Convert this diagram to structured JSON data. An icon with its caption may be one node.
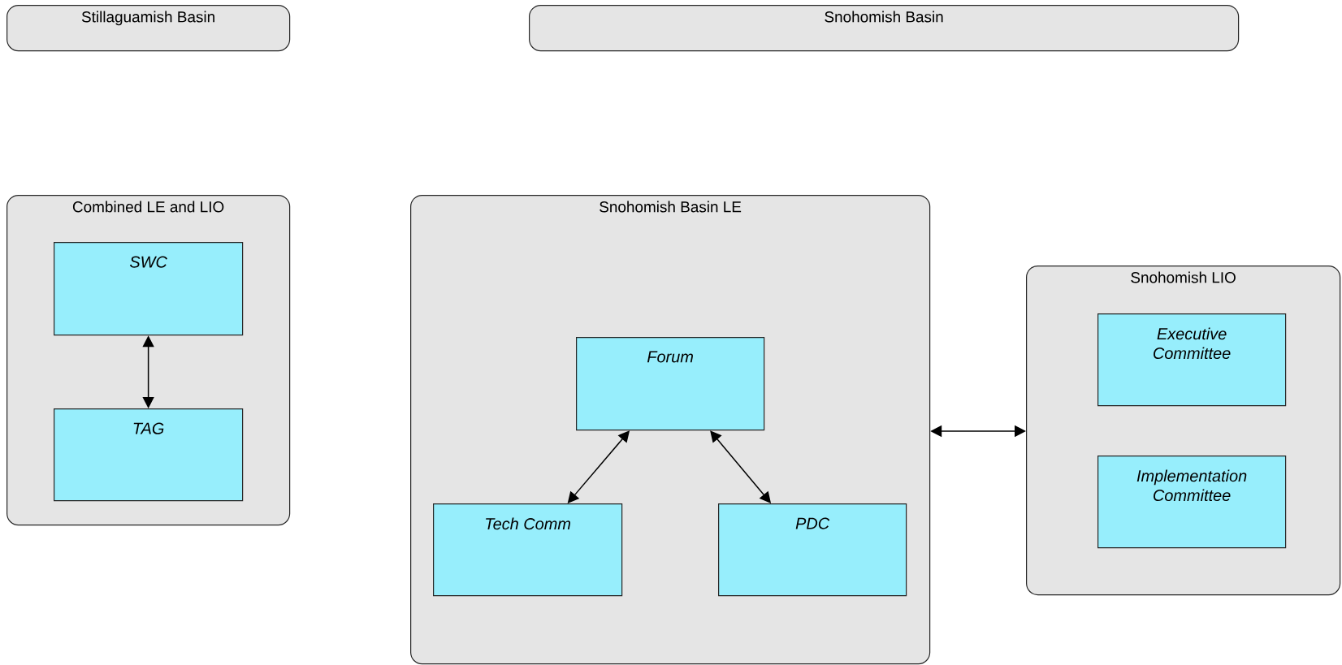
{
  "diagram": {
    "nodes": [
      {
        "text": [
          "Stillaguamish Basin"
        ]
      },
      {
        "text": [
          "Snohomish Basin"
        ]
      },
      {
        "text": [
          "Combined LE and LIO"
        ]
      },
      {
        "text": [
          "SWC"
        ],
        "in": 2
      },
      {
        "text": [
          "TAG"
        ],
        "in": 2
      },
      {
        "text": [
          "Snohomish Basin LE"
        ]
      },
      {
        "text": [
          "Forum"
        ],
        "in": 5
      },
      {
        "text": [
          "Tech Comm"
        ],
        "in": 5
      },
      {
        "text": [
          "PDC"
        ],
        "in": 5
      },
      {
        "text": [
          "Snohomish LIO"
        ]
      },
      {
        "text": [
          "Executive Committee"
        ],
        "in": 9
      },
      {
        "text": [
          "Implementation Committee"
        ],
        "in": 9
      }
    ],
    "edges": [
      {
        "from": 3,
        "to": 4,
        "arrow": "both"
      },
      {
        "from": 6,
        "to": 7,
        "arrow": "both"
      },
      {
        "from": 6,
        "to": 8,
        "arrow": "both"
      },
      {
        "from": 5,
        "to": 9,
        "arrow": "both"
      }
    ]
  }
}
